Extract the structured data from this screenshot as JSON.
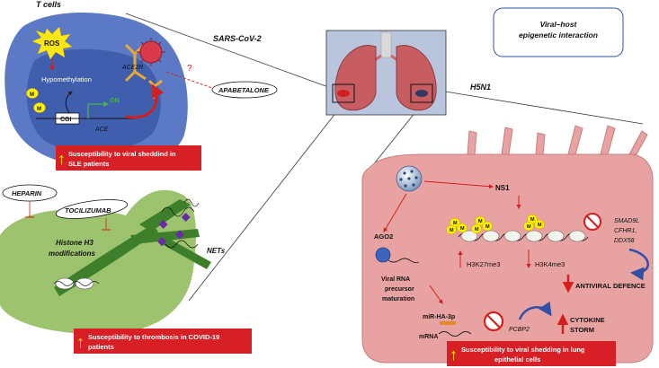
{
  "top_left": {
    "title": "T cells",
    "ros": "ROS",
    "hypomethylation": "Hypomethylation",
    "methyl_mark": "M",
    "cgi": "CGI",
    "ace": "ACE",
    "on": "ON",
    "ace2r": "ACE2R",
    "question": "?",
    "apabetalone": "APABETALONE",
    "banner": [
      "Susceptibility to viral sheddind in",
      "SLE patients"
    ]
  },
  "center": {
    "virus_label": "SARS-CoV-2",
    "h5n1": "H5N1"
  },
  "title_box": {
    "lines": [
      "Viral–host",
      "epigenetic interaction"
    ]
  },
  "bottom_left": {
    "heparin": "HEPARIN",
    "tocilizumab": "TOCILIZUMAB",
    "histone": [
      "Histone H3",
      "modifications"
    ],
    "nets": "NETs",
    "banner": [
      "Susceptibility to thrombosis in COVID-19",
      "patients"
    ]
  },
  "right": {
    "ns1": "NS1",
    "ago2": "AGO2",
    "methyl_mark": "M",
    "h3k27": "H3K27me3",
    "h3k4": "H3K4me3",
    "genes": [
      "SMAD9L",
      "CFHR1,",
      "DDX58"
    ],
    "antiviral": "ANTIVIRAL DEFENCE",
    "viral_rna": [
      "Viral RNA",
      "precursor",
      "maturation"
    ],
    "mir": "miR-HA-3p",
    "mrna": "mRNA",
    "pcbp2": "PCBP2",
    "cytokine": [
      "CYTOKINE",
      "STORM"
    ],
    "banner": [
      "Susceptibility to viral shedding in lung",
      "epithelial cells"
    ]
  },
  "colors": {
    "cell_blue": "#5b79c4",
    "nucleus_blue": "#3f5fae",
    "green_cell": "#9ec36e",
    "pink_cell": "#e8a2a2",
    "banner_red": "#d71f26",
    "arrow_red": "#d3201f"
  }
}
